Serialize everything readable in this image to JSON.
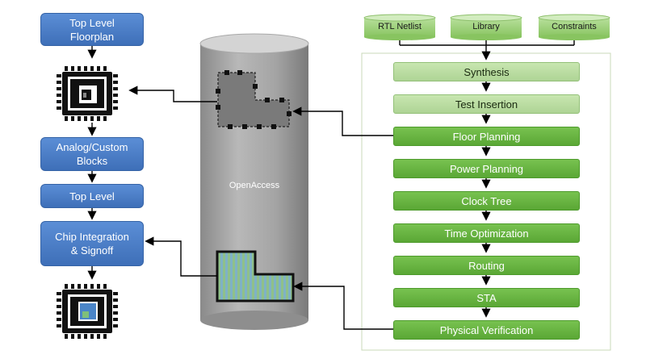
{
  "left_flow": {
    "top_level_floorplan": "Top Level Floorplan",
    "analog_custom_blocks": "Analog/Custom Blocks",
    "top_level": "Top Level",
    "chip_integration_signoff": "Chip Integration & Signoff"
  },
  "center": {
    "database_label": "OpenAccess"
  },
  "inputs": {
    "rtl_netlist": "RTL Netlist",
    "library": "Library",
    "constraints": "Constraints"
  },
  "right_flow": {
    "steps": [
      "Synthesis",
      "Test Insertion",
      "Floor Planning",
      "Power Planning",
      "Clock Tree",
      "Time Optimization",
      "Routing",
      "STA",
      "Physical Verification"
    ]
  },
  "colors": {
    "blue_box": "#4a7fc8",
    "light_green": "#bfe0a6",
    "dark_green": "#66b343",
    "cylinder_gray": "#9a9a9a",
    "input_cylinder_green": "#9fd07e"
  }
}
